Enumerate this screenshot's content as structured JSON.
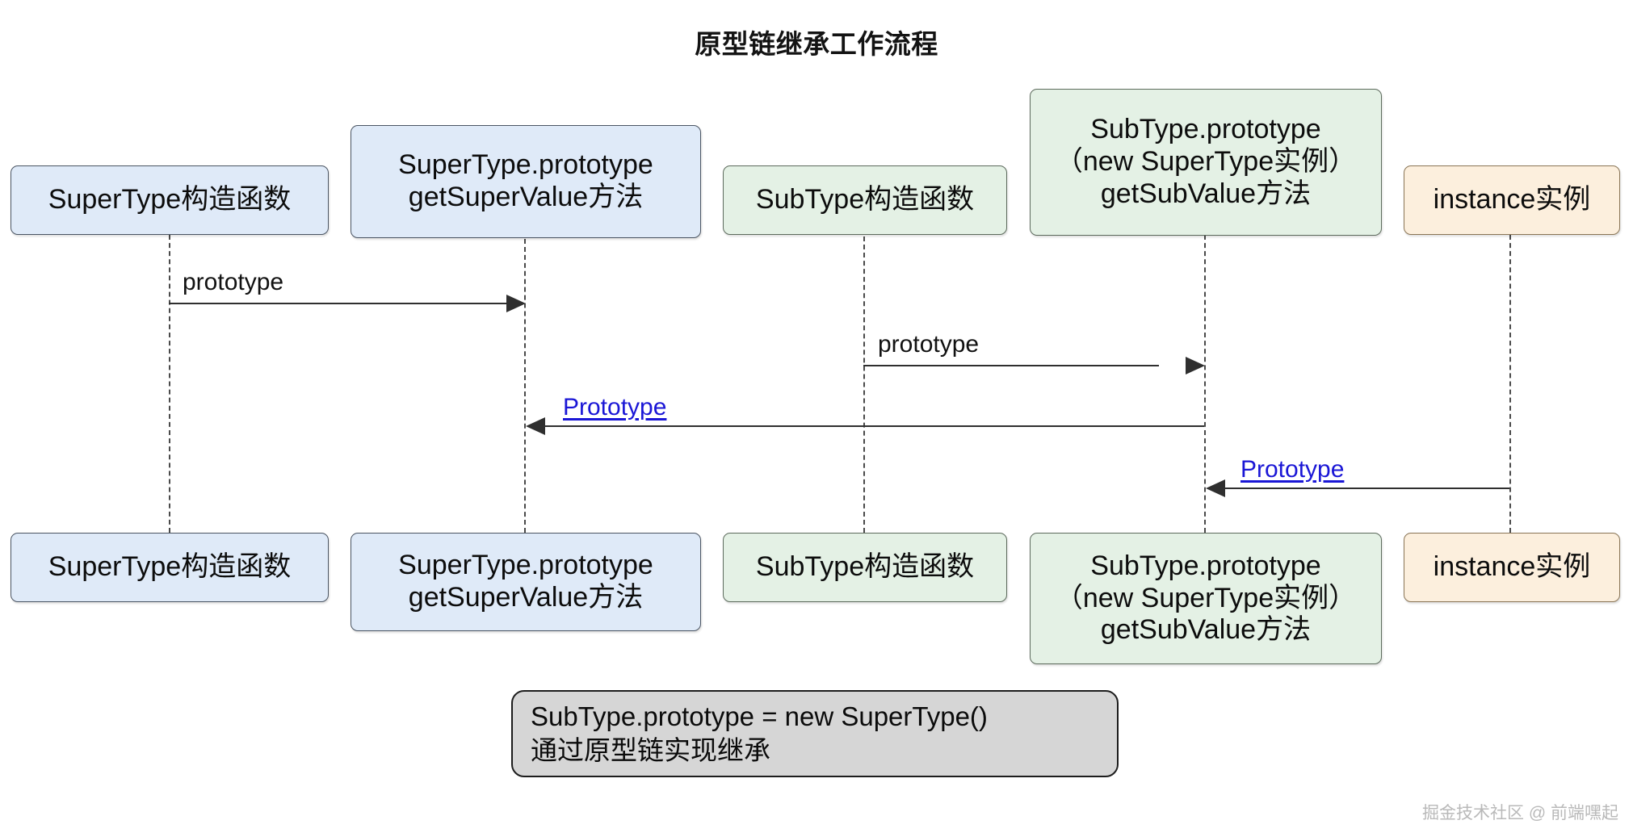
{
  "title": "原型链继承工作流程",
  "watermark": "掘金技术社区 @ 前端嘿起",
  "participants": {
    "top": [
      {
        "label": "SuperType构造函数"
      },
      {
        "label": "SuperType.prototype\ngetSuperValue方法"
      },
      {
        "label": "SubType构造函数"
      },
      {
        "label": "SubType.prototype\n（new SuperType实例）\ngetSubValue方法"
      },
      {
        "label": "instance实例"
      }
    ],
    "bottom": [
      {
        "label": "SuperType构造函数"
      },
      {
        "label": "SuperType.prototype\ngetSuperValue方法"
      },
      {
        "label": "SubType构造函数"
      },
      {
        "label": "SubType.prototype\n（new SuperType实例）\ngetSubValue方法"
      },
      {
        "label": "instance实例"
      }
    ]
  },
  "messages": [
    {
      "label": "prototype",
      "from": "SuperType构造函数",
      "to": "SuperType.prototype",
      "direction": "right",
      "style": "plain"
    },
    {
      "label": "prototype",
      "from": "SubType构造函数",
      "to": "SubType.prototype",
      "direction": "right",
      "style": "plain"
    },
    {
      "label": "Prototype",
      "from": "SubType.prototype",
      "to": "SuperType.prototype",
      "direction": "left",
      "style": "link"
    },
    {
      "label": "Prototype",
      "from": "instance实例",
      "to": "SubType.prototype",
      "direction": "left",
      "style": "link"
    }
  ],
  "note": {
    "text": "SubType.prototype = new SuperType()\n通过原型链实现继承"
  },
  "colors": {
    "blue_fill": "#dfeaf8",
    "green_fill": "#e4f1e5",
    "peach_fill": "#fcefdd",
    "note_fill": "#d6d6d6",
    "link_text": "#1a16d6",
    "line": "#2f2f2f"
  }
}
